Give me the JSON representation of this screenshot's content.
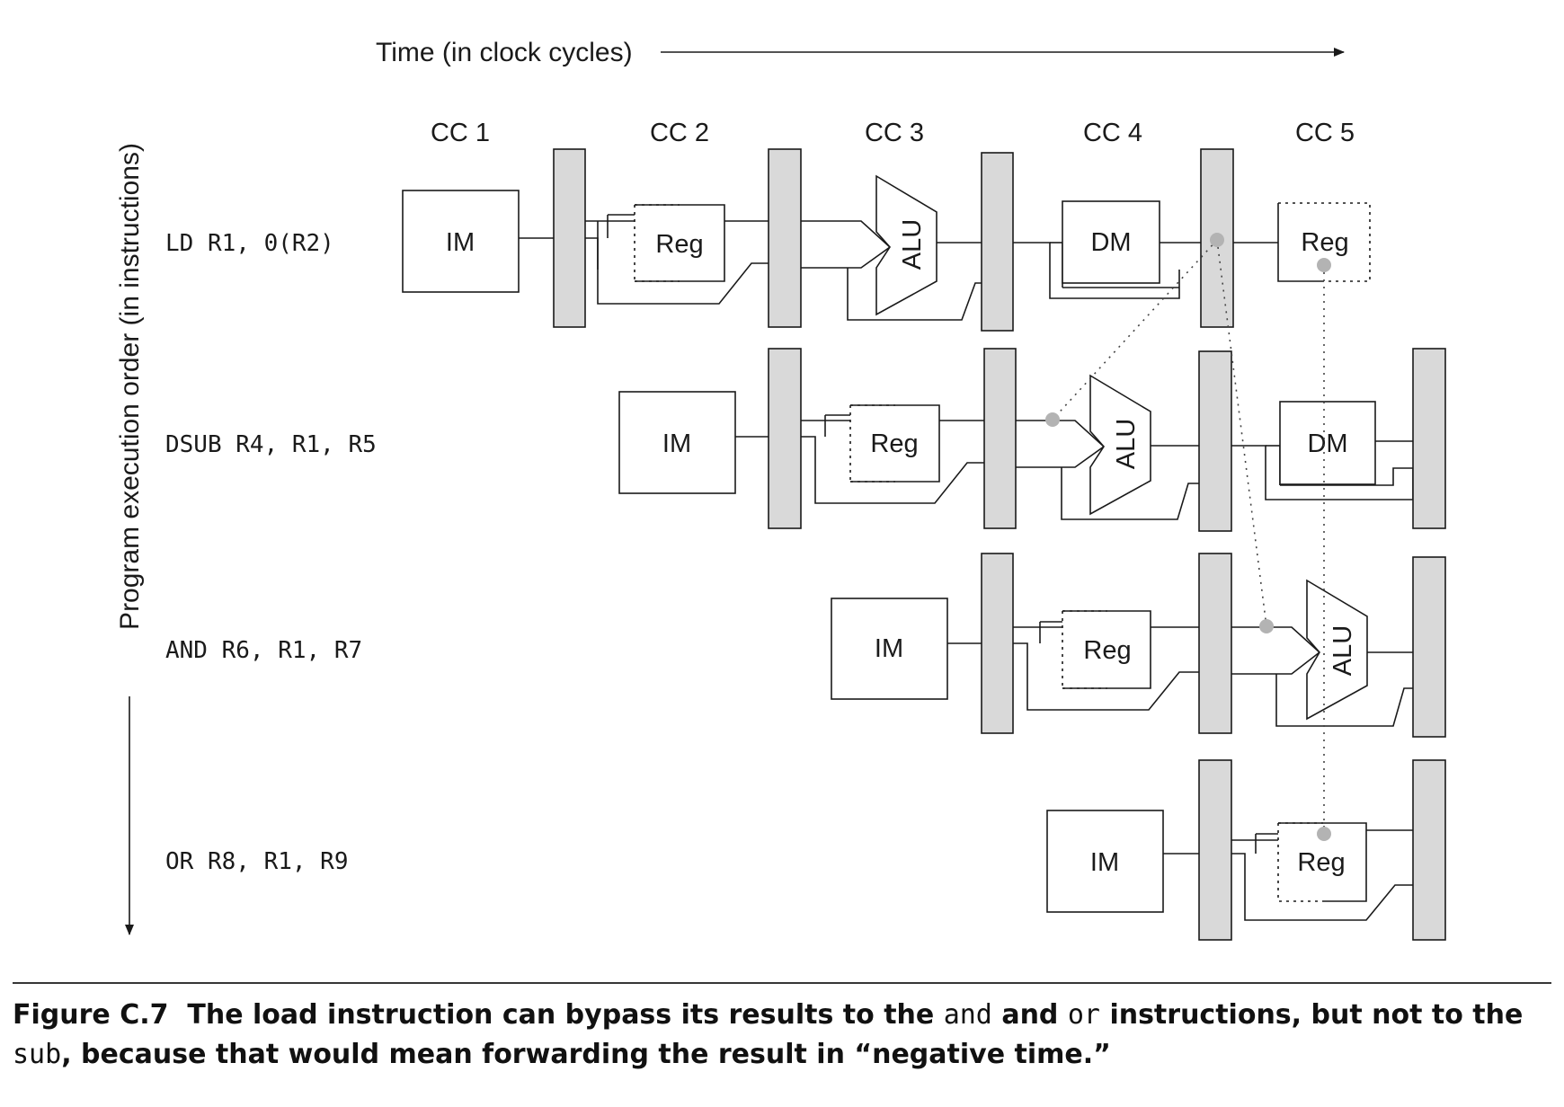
{
  "axis": {
    "time_label": "Time (in clock cycles)",
    "order_label": "Program execution order (in instructions)"
  },
  "cycles": [
    "CC 1",
    "CC 2",
    "CC 3",
    "CC 4",
    "CC 5"
  ],
  "instructions": [
    "LD R1, 0(R2)",
    "DSUB R4, R1, R5",
    "AND R6, R1, R7",
    "OR R8, R1, R9"
  ],
  "stages": {
    "im": "IM",
    "reg": "Reg",
    "alu": "ALU",
    "dm": "DM"
  },
  "caption": {
    "label": "Figure C.7",
    "t1": "The load instruction can bypass its results to the",
    "c1": "and",
    "t2": "and",
    "c2": "or",
    "t3": "instructions, but not to the",
    "c3": "sub",
    "t4": ", because that would mean forwarding the result in “negative time.”"
  },
  "colors": {
    "latch": "#d9d9d9",
    "forward_dot": "#b3b3b3",
    "line": "#1a1a1a"
  }
}
